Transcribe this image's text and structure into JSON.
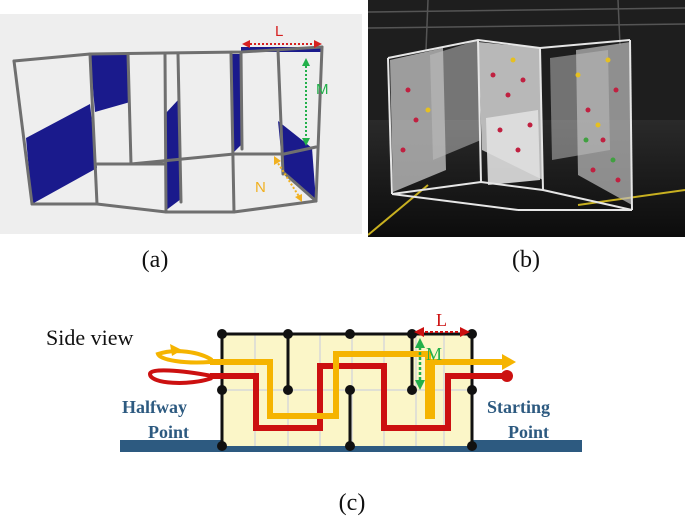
{
  "panel_a": {
    "caption": "(a)",
    "labels": {
      "l": "L",
      "m": "M",
      "n": "N"
    },
    "colors": {
      "panel": "#1a1a8c",
      "frame": "#6f6f6f",
      "l_arrow": "#d62020",
      "m_arrow": "#22b04a",
      "n_arrow": "#f0b020"
    }
  },
  "panel_b": {
    "caption": "(b)"
  },
  "panel_c": {
    "caption": "(c)",
    "side_view": "Side view",
    "halfway_1": "Halfway",
    "halfway_2": "Point",
    "starting_1": "Starting",
    "starting_2": "Point",
    "label_l": "L",
    "label_m": "M",
    "colors": {
      "grid_fill": "#fbf6c8",
      "floor": "#2d5a80",
      "label": "#2d5a80",
      "red_path": "#cc1010",
      "orange_path": "#f5b400",
      "frame": "#111111"
    }
  }
}
